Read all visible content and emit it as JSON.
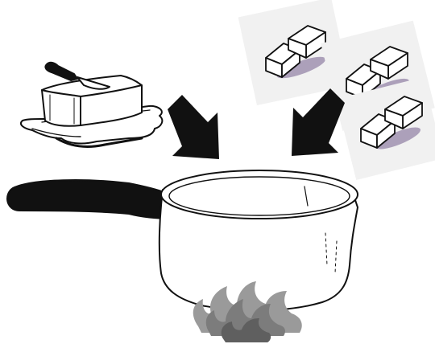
{
  "scene": {
    "ingredients": [
      "butter",
      "sugar-cubes"
    ],
    "process": "melt-in-saucepan",
    "heat_source": "flame",
    "sugar_cube_piles": 3,
    "arrows": 2
  },
  "colors": {
    "outline": "#111111",
    "arrow": "#111111",
    "handle": "#111111",
    "flame_dark": "#5f5f5f",
    "flame_mid": "#7c7c7c",
    "flame_light": "#9a9a9a",
    "cube_shadow": "#8e7ea3",
    "tile_bg": "#f1f1f1",
    "background": "#ffffff"
  }
}
